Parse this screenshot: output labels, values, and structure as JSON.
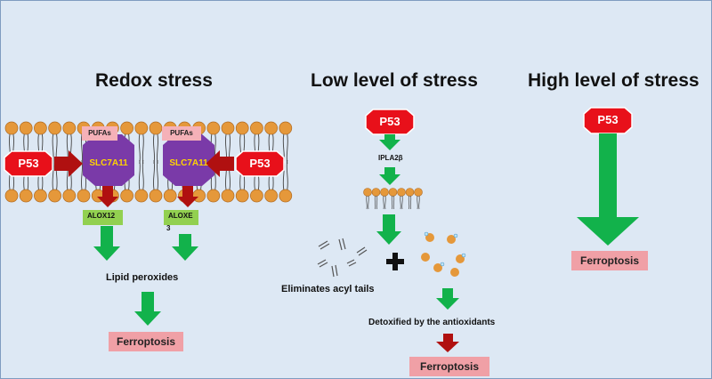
{
  "headings": {
    "redox": "Redox stress",
    "low": "Low level  of stress",
    "high": "High level  of stress"
  },
  "redox": {
    "p53_left": "P53",
    "p53_right": "P53",
    "pufa_left": "PUFAs",
    "pufa_right": "PUFAs",
    "slc_left": "SLC7A11",
    "slc_right": "SLC7A11",
    "alox12": "ALOX12",
    "aloxe3_line1": "ALOXE",
    "aloxe3_line2": "3",
    "lipid_peroxides": "Lipid  peroxides",
    "ferroptosis": "Ferroptosis"
  },
  "low": {
    "p53": "P53",
    "ipla2b": "IPLA2β",
    "eliminates": "Eliminates acyl tails",
    "plus": "✚",
    "detoxified": "Detoxified by the antioxidants",
    "ferroptosis": "Ferroptosis"
  },
  "high": {
    "p53": "P53",
    "ferroptosis": "Ferroptosis"
  },
  "colors": {
    "background": "#dde8f4",
    "lipid_head": "#e5983a",
    "p53_red": "#e8101a",
    "arrow_green": "#12b24b",
    "arrow_darkred": "#b01010",
    "slc_purple": "#7a3aa8",
    "ferroptosis_pink": "#f0a0a6",
    "alox_green": "#92d050"
  }
}
